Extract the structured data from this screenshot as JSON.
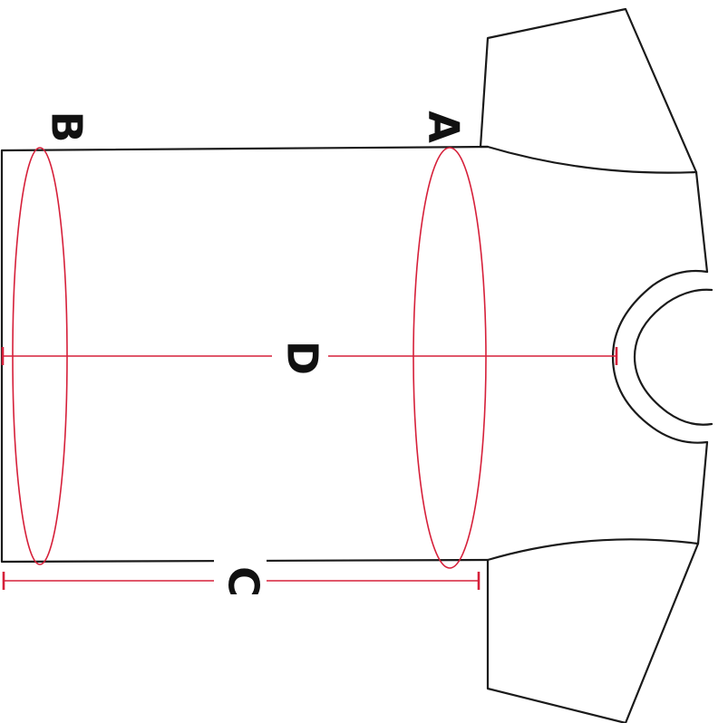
{
  "diagram": {
    "labels": {
      "a": "A",
      "b": "B",
      "c": "C",
      "d": "D"
    },
    "colors": {
      "outline": "#1a1a1a",
      "measurement": "#d6203a",
      "background": "#ffffff"
    }
  }
}
